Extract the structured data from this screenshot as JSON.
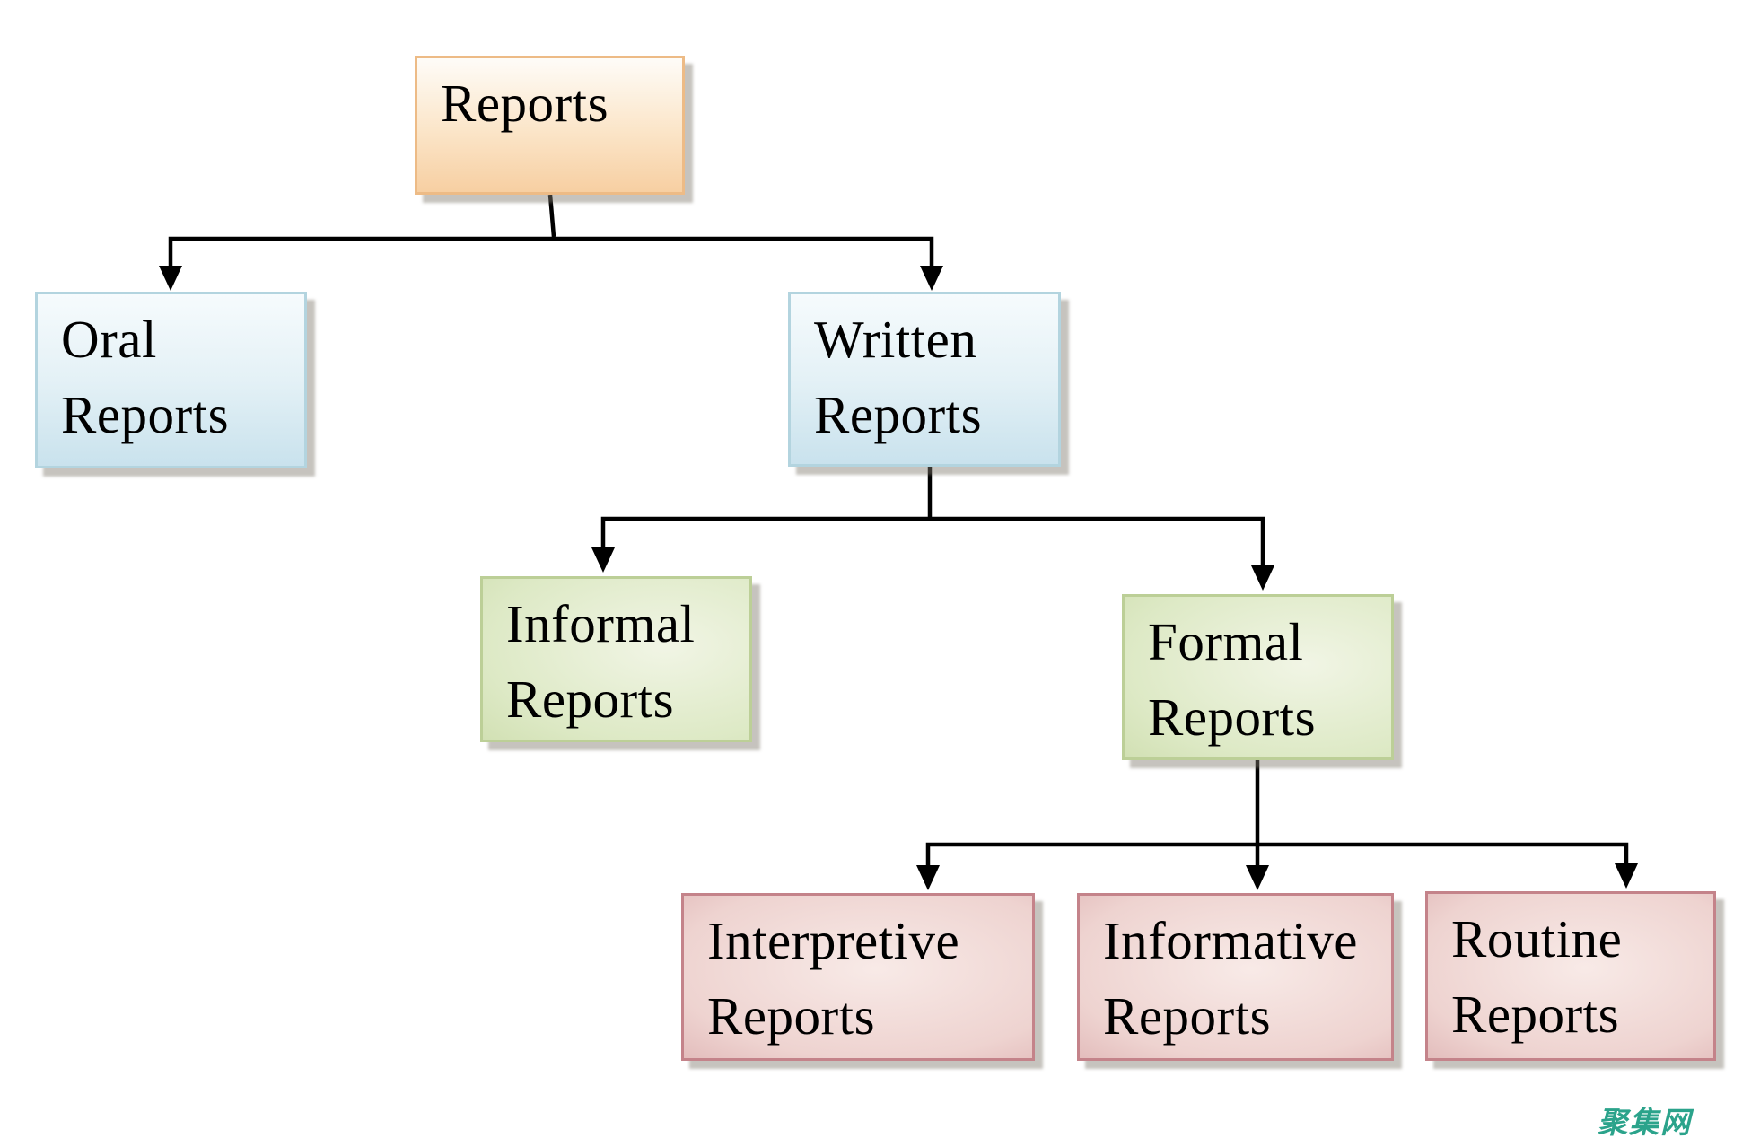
{
  "diagram": {
    "type": "tree",
    "root": "Reports",
    "edges": [
      {
        "from": "Reports",
        "to": "Oral Reports"
      },
      {
        "from": "Reports",
        "to": "Written Reports"
      },
      {
        "from": "Written Reports",
        "to": "Informal Reports"
      },
      {
        "from": "Written Reports",
        "to": "Formal Reports"
      },
      {
        "from": "Formal Reports",
        "to": "Interpretive Reports"
      },
      {
        "from": "Formal Reports",
        "to": "Informative Reports"
      },
      {
        "from": "Formal Reports",
        "to": "Routine Reports"
      }
    ]
  },
  "nodes": {
    "reports": {
      "label": "Reports",
      "color": "#F7CFA2"
    },
    "oral": {
      "label": "Oral Reports",
      "color": "#C9E2ED"
    },
    "written": {
      "label": "Written Reports",
      "color": "#C9E2ED"
    },
    "informal": {
      "label": "Informal Reports",
      "color": "#C3D59D"
    },
    "formal": {
      "label": "Formal Reports",
      "color": "#C3D59D"
    },
    "interpretive": {
      "label": "Interpretive Reports",
      "color": "#CF9598"
    },
    "informative": {
      "label": "Informative Reports",
      "color": "#CF9598"
    },
    "routine": {
      "label": "Routine Reports",
      "color": "#CF9598"
    }
  },
  "palette": {
    "orange_fill": "#F7CFA2",
    "orange_border": "#EDBB86",
    "blue_fill": "#C9E2ED",
    "blue_border": "#B3D4DF",
    "green_fill": "#C3D59D",
    "green_border": "#BCCF97",
    "pink_fill": "#CF9598",
    "pink_border": "#C4838A",
    "connector": "#000000",
    "text": "#000000",
    "background": "#FFFFFF",
    "watermark": "#2BA38B"
  },
  "watermark": {
    "text": "聚集网"
  }
}
